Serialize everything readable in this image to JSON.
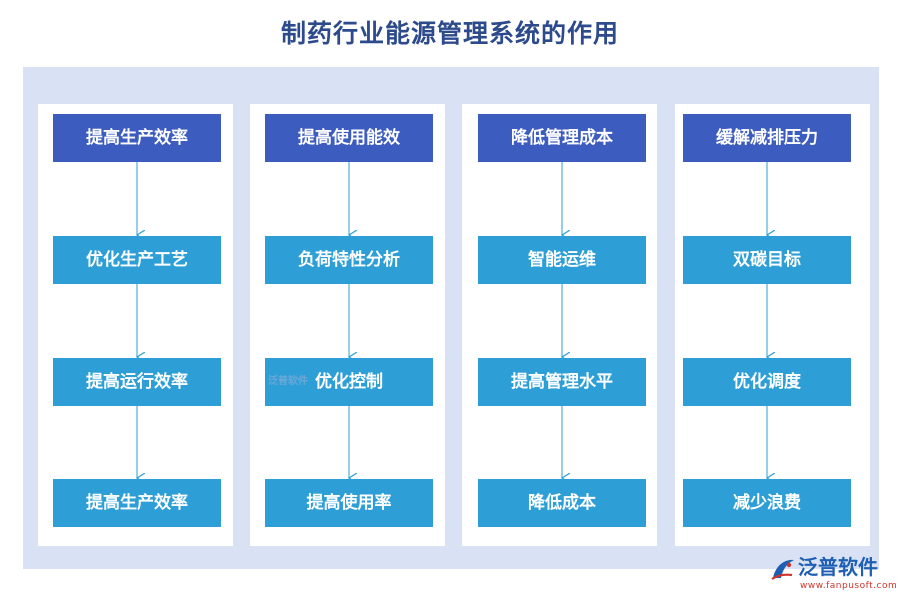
{
  "title": "制药行业能源管理系统的作用",
  "columns": [
    {
      "head": "提高生产效率",
      "steps": [
        "优化生产工艺",
        "提高运行效率",
        "提高生产效率"
      ]
    },
    {
      "head": "提高使用能效",
      "steps": [
        "负荷特性分析",
        "优化控制",
        "提高使用率"
      ]
    },
    {
      "head": "降低管理成本",
      "steps": [
        "智能运维",
        "提高管理水平",
        "降低成本"
      ]
    },
    {
      "head": "缓解减排压力",
      "steps": [
        "双碳目标",
        "优化调度",
        "减少浪费"
      ]
    }
  ],
  "watermark": "泛普软件",
  "logo": {
    "name": "泛普软件",
    "url": "www.fanpusoft.com",
    "icon": "fanpu-logo-icon"
  },
  "colors": {
    "title": "#2c4a8c",
    "panel": "#d9e2f5",
    "head_box": "#3d5cbf",
    "step_box": "#2e9fd6",
    "arrow": "#2e9fd6"
  }
}
